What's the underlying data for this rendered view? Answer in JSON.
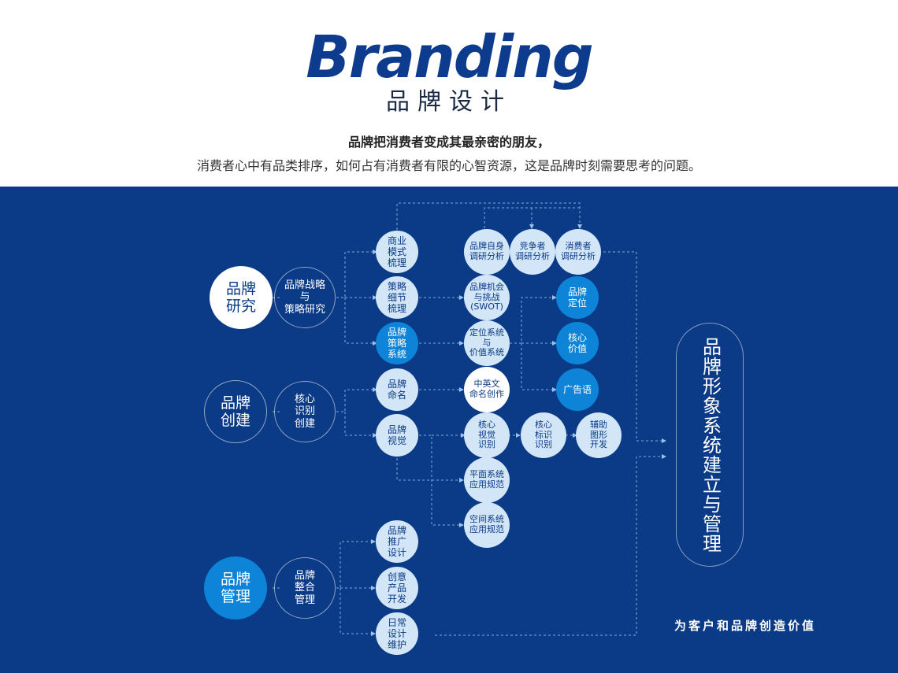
{
  "header": {
    "title_en": "Branding",
    "title_cn": "品牌设计",
    "tagline_1": "品牌把消费者变成其最亲密的朋友，",
    "tagline_2": "消费者心中有品类排序，如何占有消费者有限的心智资源，这是品牌时刻需要思考的问题。"
  },
  "diagram": {
    "phases": [
      {
        "label": "品牌\n研究",
        "strategy": "品牌战略\n与\n策略研究"
      },
      {
        "label": "品牌\n创建",
        "strategy": "核心\n识别\n创建"
      },
      {
        "label": "品牌\n管理",
        "strategy": "品牌\n整合\n管理"
      }
    ],
    "tasks": [
      "商业\n模式\n梳理",
      "策略\n细节\n梳理",
      "品牌\n策略\n系统",
      "品牌\n命名",
      "品牌\n视觉",
      "品牌\n推广\n设计",
      "创意\n产品\n开发",
      "日常\n设计\n维护"
    ],
    "research": [
      "品牌自身\n调研分析",
      "竞争者\n调研分析",
      "消费者\n调研分析"
    ],
    "analysis": [
      "品牌机会\n与挑战\n(SWOT)",
      "定位系统\n与\n价值系统",
      "中英文\n命名创作"
    ],
    "positioning": [
      "品牌\n定位",
      "核心\n价值",
      "广告语"
    ],
    "visual": [
      "核心\n视觉\n识别",
      "核心\n标识\n识别",
      "辅助\n图形\n开发",
      "平面系统\n应用规范",
      "空间系统\n应用规范"
    ],
    "capstone": "品牌形象系统建立与管理",
    "slogan": "为客户和品牌创造价值"
  },
  "colors": {
    "panel": "#0b3a86",
    "title": "#0d3b8e",
    "accent": "#0d84d8",
    "pale": "#d2e6f7"
  }
}
